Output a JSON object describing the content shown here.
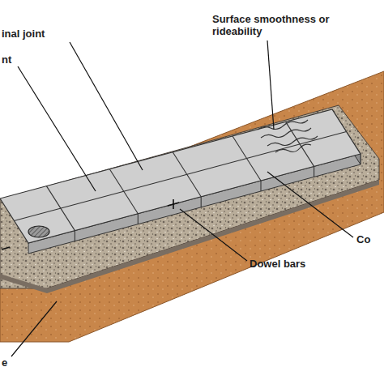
{
  "diagram": {
    "labels": [
      "Surface smoothness or rideability",
      "inal joint",
      "nt",
      "Dowel bars",
      "Co",
      "e"
    ]
  }
}
